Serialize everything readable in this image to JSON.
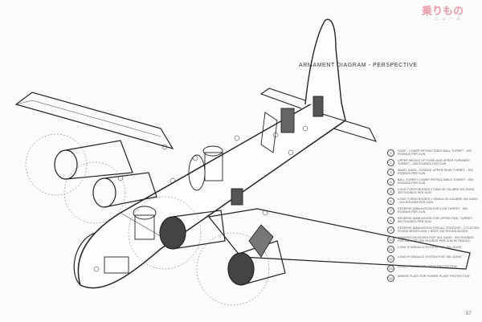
{
  "title": "ARMAMENT  DIAGRAM - PERSPECTIVE",
  "logo": {
    "main": "乗りもの",
    "sub": "ニュース"
  },
  "page_number": "57",
  "legend": [
    {
      "num": "1",
      "text": "NOSE - LOWER RETRACTABLE BALL TURRET - 400 ROUNDS PER GUN"
    },
    {
      "num": "2",
      "text": "UPPER MIDDLE OF FUSELAGE UPPER FORWARD TURRET - 400 ROUNDS PER GUN"
    },
    {
      "num": "3",
      "text": "WAIST GUNS - DOUBLE UPPER REAR TURRET - 500 ROUNDS PER GUN"
    },
    {
      "num": "4",
      "text": "BALL TURRET LOWER RETRACTABLE TURRET - 500 ROUNDS PER GUN"
    },
    {
      "num": "5",
      "text": "LONG TORSO BODIES 2 TWIN 50 CALIBRE MG GUNS - 300 ROUNDS PER GUN"
    },
    {
      "num": "6",
      "text": "LONG TORSO BODIES 2 SINGLE 50 CALIBRE MG GUNS - 300 ROUNDS PER GUN"
    },
    {
      "num": "7",
      "text": "RESERVE AMMUNITION FOR LOW TURRET - 500 ROUNDS PER GUN"
    },
    {
      "num": "8",
      "text": "RESERVE AMMUNITION FOR UPPER FWD. TURRET - 500 ROUNDS PER GUN"
    },
    {
      "num": "9",
      "text": "RESERVE AMMUNITION FOR ALL STATIONS - 2 FLAT 500 ROUND BOXES AND 1 BODY 250 ROUND BOXES"
    },
    {
      "num": "10",
      "text": "AMMUNITION BOXES FOR TAIL GUNS - 500 ROUNDS PER GUN AND 500 ROUNDS PER GUN IN TRACKS"
    },
    {
      "num": "11",
      "text": "LONG HYDRAULIC SYSTEM FOR TAIL GUNS"
    },
    {
      "num": "12",
      "text": "LONG HYDRAULIC SYSTEM FOR TAIL GUNS"
    },
    {
      "num": "13",
      "text": "ARMOR PLATE FOR CREW PROTECTION"
    },
    {
      "num": "14",
      "text": "ARMOR PLATE FOR POWER PLANT PROTECTION"
    }
  ]
}
